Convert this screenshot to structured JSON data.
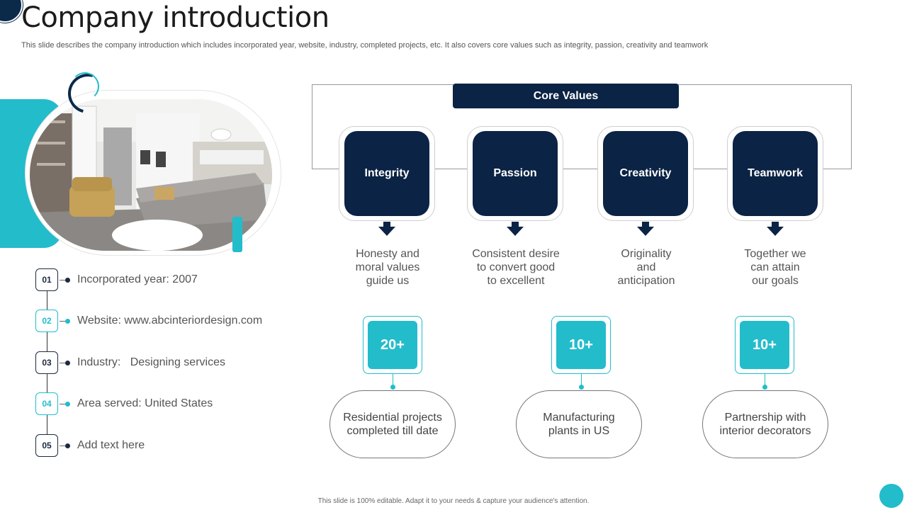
{
  "title": "Company introduction",
  "subtitle": "This slide describes the company introduction which includes incorporated year, website, industry, completed projects, etc. It also covers core values such as integrity, passion, creativity and teamwork",
  "details": [
    {
      "num": "01",
      "text": "Incorporated year: 2007"
    },
    {
      "num": "02",
      "text": "Website: www.abcinteriordesign.com"
    },
    {
      "num": "03",
      "text": "Industry:   Designing services"
    },
    {
      "num": "04",
      "text": "Area served: United States"
    },
    {
      "num": "05",
      "text": "Add text here"
    }
  ],
  "core_values": {
    "header": "Core Values",
    "items": [
      {
        "label": "Integrity",
        "line1": "Honesty and",
        "line2": "moral values",
        "line3": "guide us"
      },
      {
        "label": "Passion",
        "line1": "Consistent desire",
        "line2": "to convert good",
        "line3": "to excellent"
      },
      {
        "label": "Creativity",
        "line1": "Originality",
        "line2": "and",
        "line3": "anticipation"
      },
      {
        "label": "Teamwork",
        "line1": "Together we",
        "line2": "can attain",
        "line3": "our goals"
      }
    ]
  },
  "stats": [
    {
      "value": "20+",
      "line1": "Residential projects",
      "line2": "completed till date"
    },
    {
      "value": "10+",
      "line1": "Manufacturing",
      "line2": "plants in US"
    },
    {
      "value": "10+",
      "line1": "Partnership with",
      "line2": "interior decorators"
    }
  ],
  "footer": "This slide is 100% editable.  Adapt it to your needs & capture your audience's attention.",
  "colors": {
    "navy": "#0b2344",
    "teal": "#23bccb"
  }
}
